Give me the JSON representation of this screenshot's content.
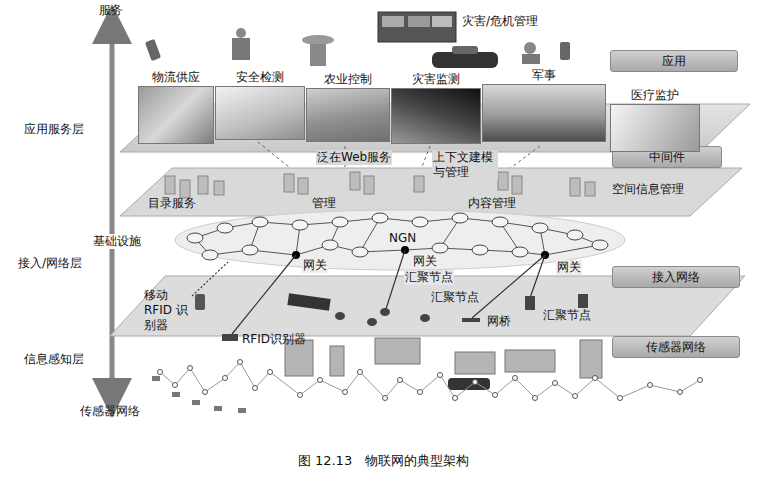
{
  "diagram": {
    "caption": "图 12.13　物联网的典型架构",
    "nodes": [
      {
        "text": [
          "应用"
        ]
      },
      {
        "text": [
          "中间件"
        ]
      },
      {
        "text": [
          "接入网络"
        ]
      },
      {
        "text": [
          "传感器网络"
        ]
      },
      {
        "text": [
          "物流供应"
        ]
      },
      {
        "text": [
          "安全检测"
        ]
      },
      {
        "text": [
          "农业控制"
        ]
      },
      {
        "text": [
          "灾害监测"
        ]
      },
      {
        "text": [
          "军事"
        ]
      },
      {
        "text": [
          "医疗监护"
        ]
      }
    ],
    "labels": [
      "服务",
      "应用服务层",
      "基础设施",
      "接入/网络层",
      "信息感知层",
      "传感器网络",
      "灾害/危机管理",
      "泛在Web服务",
      "上下文建模与管理",
      "目录服务",
      "管理",
      "内容管理",
      "空间信息管理",
      "NGN",
      "网关",
      "网关",
      "汇聚节点",
      "汇聚节点",
      "网关",
      "网桥",
      "汇聚节点",
      "移动 RFID 识别器",
      "RFID识别器"
    ]
  }
}
